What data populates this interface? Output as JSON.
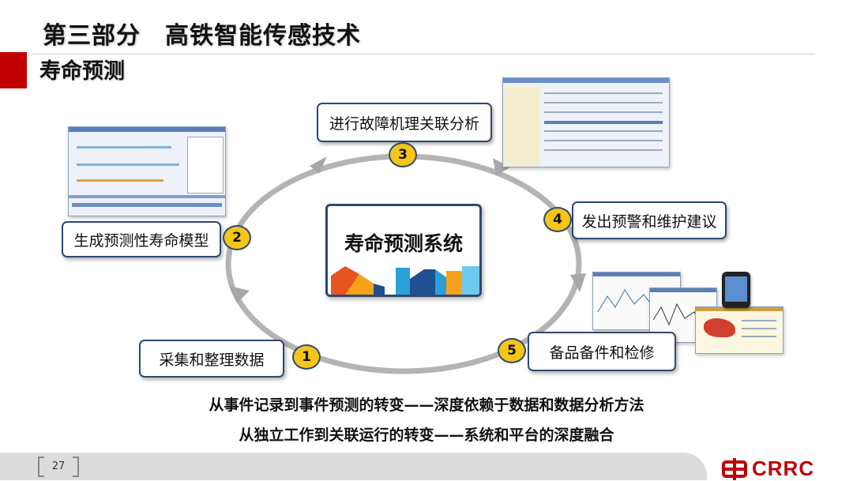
{
  "header": {
    "title": "第三部分　高铁智能传感技术",
    "subtitle": "寿命预测"
  },
  "center": {
    "title": "寿命预测系统"
  },
  "steps": [
    {
      "number": "1",
      "label": "采集和整理数据"
    },
    {
      "number": "2",
      "label": "生成预测性寿命模型"
    },
    {
      "number": "3",
      "label": "进行故障机理关联分析"
    },
    {
      "number": "4",
      "label": "发出预警和维护建议"
    },
    {
      "number": "5",
      "label": "备品备件和检修"
    }
  ],
  "summary": {
    "line1": "从事件记录到事件预测的转变——深度依赖于数据和数据分析方法",
    "line2": "从独立工作到关联运行的转变——系统和平台的深度融合"
  },
  "footer": {
    "page_number": "27",
    "logo_text": "CRRC"
  },
  "colors": {
    "accent_red": "#c00000",
    "box_border": "#2e4a70",
    "badge_fill": "#f5c518",
    "cycle_gray": "#b4b4b4"
  }
}
